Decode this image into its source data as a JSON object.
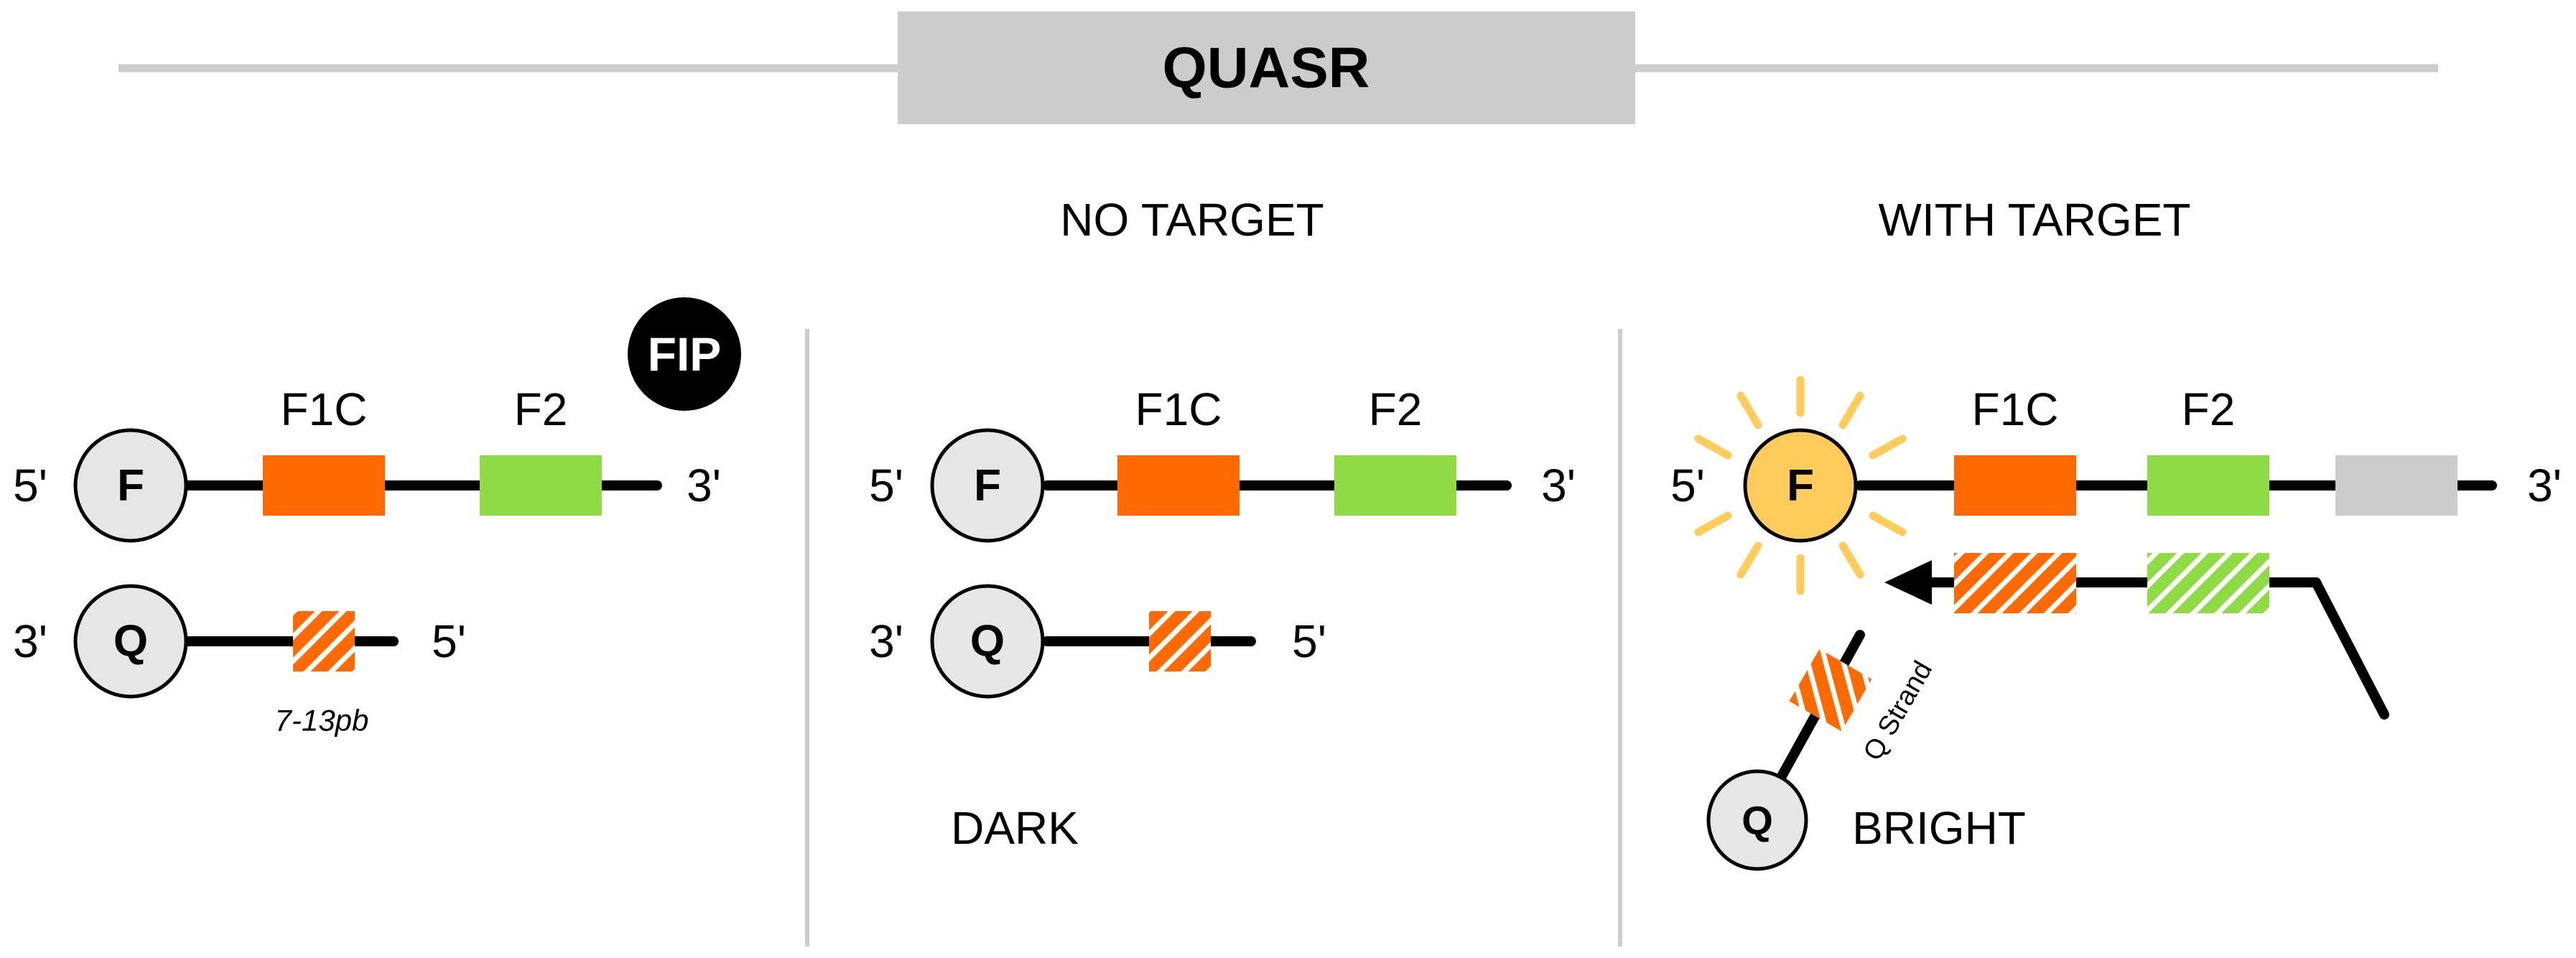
{
  "title": "QUASR",
  "panels": {
    "fip": {
      "badge": "FIP",
      "five_prime": "5'",
      "three_prime": "3'",
      "q_three_prime": "3'",
      "q_five_prime": "5'",
      "fluor": "F",
      "quencher": "Q",
      "f1c_label": "F1C",
      "f2_label": "F2",
      "quencher_length": "7-13pb"
    },
    "no_target": {
      "heading": "NO TARGET",
      "five_prime": "5'",
      "three_prime": "3'",
      "q_three_prime": "3'",
      "q_five_prime": "5'",
      "fluor": "F",
      "quencher": "Q",
      "f1c_label": "F1C",
      "f2_label": "F2",
      "state": "DARK"
    },
    "with_target": {
      "heading": "WITH TARGET",
      "five_prime": "5'",
      "three_prime": "3'",
      "fluor": "F",
      "quencher": "Q",
      "f1c_label": "F1C",
      "f2_label": "F2",
      "q_strand_label": "Q Strand",
      "state": "BRIGHT"
    }
  },
  "colors": {
    "orange": "#FF6A00",
    "green": "#8FDB46",
    "gray_segment": "#CCCCCC",
    "circle_fill": "#E6E6E6",
    "bright_fill": "#FFCC5C",
    "ray_color": "#FFCC5C",
    "title_bar": "#CCCCCC",
    "divider": "#CCCCCC",
    "black": "#000000"
  }
}
